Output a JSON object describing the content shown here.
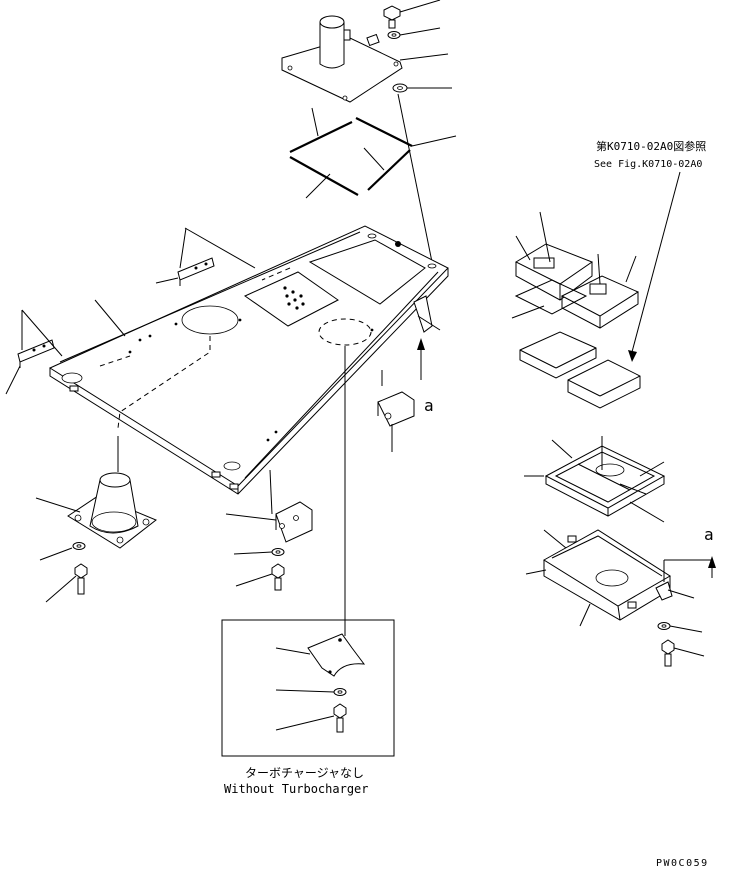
{
  "reference_note": {
    "jp": "第K0710-02A0図参照",
    "en": "See Fig.K0710-02A0"
  },
  "inset_caption": {
    "jp": "ターボチャージャなし",
    "en": "Without Turbocharger"
  },
  "view_marker_a": "a",
  "view_marker_a_right": "a",
  "figure_code": "PW0C059"
}
